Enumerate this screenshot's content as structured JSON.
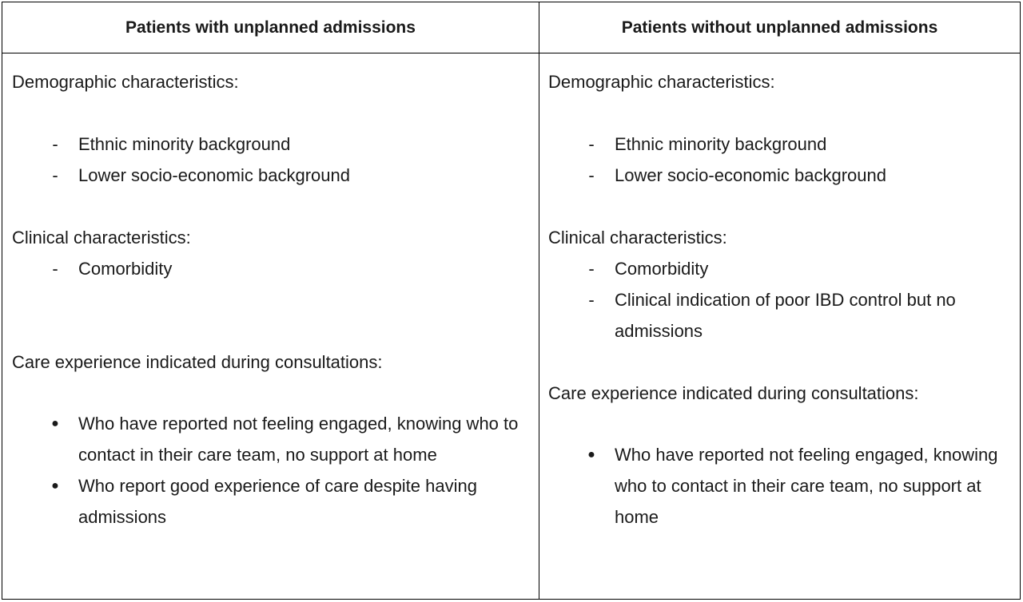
{
  "headers": {
    "left": "Patients with unplanned admissions",
    "right": "Patients without unplanned admissions"
  },
  "left": {
    "demographic_title": "Demographic characteristics:",
    "demographic_items": [
      "Ethnic minority background",
      "Lower socio-economic background"
    ],
    "clinical_title": "Clinical characteristics:",
    "clinical_items": [
      "Comorbidity"
    ],
    "care_title": "Care experience indicated during consultations:",
    "care_items": [
      "Who have reported not feeling engaged, knowing who to contact in their care team, no support at home",
      "Who report good experience of care despite having admissions"
    ]
  },
  "right": {
    "demographic_title": "Demographic characteristics:",
    "demographic_items": [
      "Ethnic minority background",
      "Lower socio-economic background"
    ],
    "clinical_title": "Clinical characteristics:",
    "clinical_items": [
      "Comorbidity",
      "Clinical indication of poor IBD control but no admissions"
    ],
    "care_title": "Care experience indicated during consultations:",
    "care_items": [
      "Who have reported not feeling engaged, knowing who to contact in their care team, no support at home"
    ]
  },
  "markers": {
    "dash": "-",
    "bullet": "●"
  }
}
